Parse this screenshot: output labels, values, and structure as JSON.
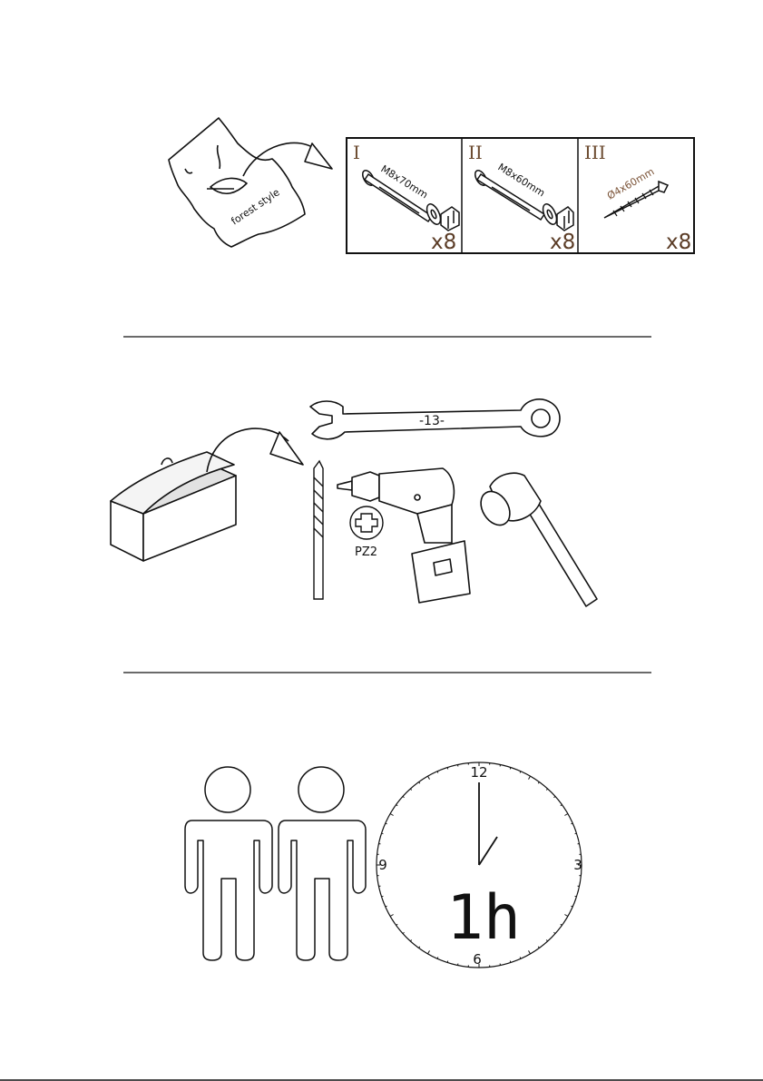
{
  "hardware": {
    "bag_label": "forest style",
    "packs": [
      {
        "numeral": "I",
        "size": "M8x70mm",
        "quantity": "x8"
      },
      {
        "numeral": "II",
        "size": "M8x60mm",
        "quantity": "x8"
      },
      {
        "numeral": "III",
        "size": "Ø4x60mm",
        "quantity": "x8"
      }
    ]
  },
  "tools": {
    "wrench_size": "-13-",
    "bit_label": "PZ2"
  },
  "assembly": {
    "people_count": 2,
    "clock_numbers": {
      "top": "12",
      "right": "3",
      "bottom": "6",
      "left": "9"
    },
    "duration": "1h"
  },
  "colors": {
    "ink": "#111111",
    "accent_brown": "#6b4a2f"
  }
}
